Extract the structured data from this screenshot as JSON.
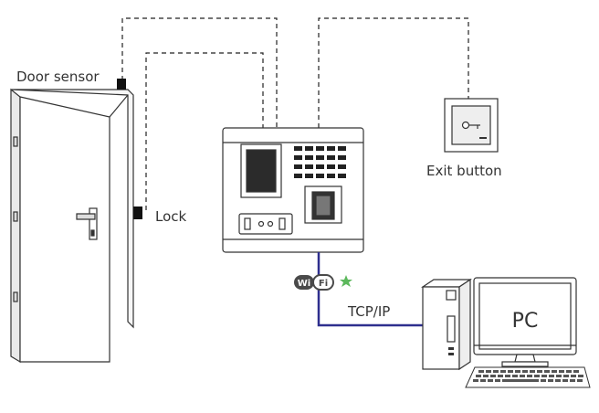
{
  "labels": {
    "door_sensor": "Door sensor",
    "lock": "Lock",
    "exit_button": "Exit button",
    "tcp_ip": "TCP/IP",
    "pc": "PC",
    "wifi_left": "Wi",
    "wifi_right": "Fi"
  },
  "colors": {
    "line": "#222222",
    "network": "#2e2f8e",
    "wifi_badge": "#4a4a4a",
    "wifi_star": "#5cb85c"
  },
  "icons": {
    "door": "door-icon",
    "access_terminal": "access-control-terminal-icon",
    "exit_button": "exit-button-icon",
    "computer": "desktop-computer-icon",
    "wifi": "wifi-badge-icon"
  }
}
